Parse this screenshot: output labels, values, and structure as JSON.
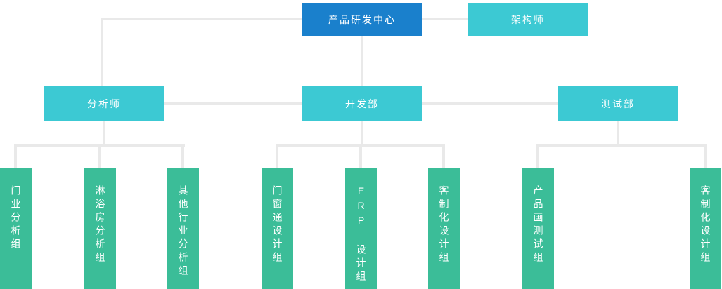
{
  "org_chart": {
    "root": {
      "label": "产品研发中心"
    },
    "architect": {
      "label": "架构师"
    },
    "departments": [
      {
        "label": "分析师",
        "parent": "产品研发中心"
      },
      {
        "label": "开发部",
        "parent": "产品研发中心"
      },
      {
        "label": "测试部",
        "parent": "产品研发中心"
      }
    ],
    "groups": [
      {
        "label": "门业分析组",
        "parent": "分析师"
      },
      {
        "label": "淋浴房分析组",
        "parent": "分析师"
      },
      {
        "label": "其他行业分析组",
        "parent": "分析师"
      },
      {
        "label": "门窗通设计组",
        "parent": "开发部"
      },
      {
        "label": "ERP 设计组",
        "parent": "开发部"
      },
      {
        "label": "客制化设计组",
        "parent": "开发部"
      },
      {
        "label": "产品画测试组",
        "parent": "测试部"
      },
      {
        "label": "客制化设计组",
        "parent": "测试部"
      }
    ],
    "colors": {
      "root_box": "#1a80cc",
      "dept_box": "#3cc9d3",
      "group_box": "#3bbd98",
      "connector": "#e9e9e9",
      "text": "#ffffff"
    }
  }
}
